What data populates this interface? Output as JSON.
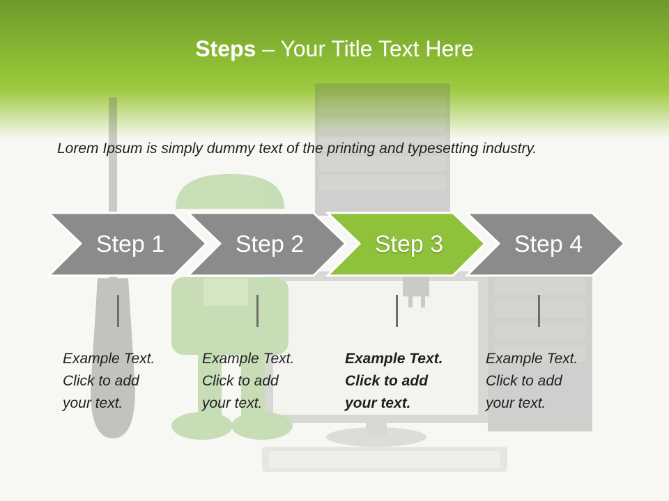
{
  "header": {
    "title_bold": "Steps",
    "title_rest": " – Your Title Text Here",
    "accent": "#8fbf35"
  },
  "intro_text": "Lorem Ipsum is simply dummy text of the printing and typesetting industry.",
  "steps": [
    {
      "label": "Step 1",
      "active": false,
      "color": "#8b8b8b",
      "lines": [
        "Example Text.",
        "Click  to add",
        "your text."
      ]
    },
    {
      "label": "Step 2",
      "active": false,
      "color": "#8b8b8b",
      "lines": [
        "Example Text.",
        "Click  to add",
        "your text."
      ]
    },
    {
      "label": "Step 3",
      "active": true,
      "color": "#8fc13a",
      "lines": [
        "Example Text.",
        "Click  to add",
        "your text."
      ]
    },
    {
      "label": "Step 4",
      "active": false,
      "color": "#8b8b8b",
      "lines": [
        "Example Text.",
        "Click  to add",
        "your text."
      ]
    }
  ],
  "background_illustration": [
    "screwdriver-icon",
    "android-robot-icon",
    "server-tower-icon",
    "computer-monitor-icon",
    "keyboard-icon",
    "power-plug-icon"
  ]
}
